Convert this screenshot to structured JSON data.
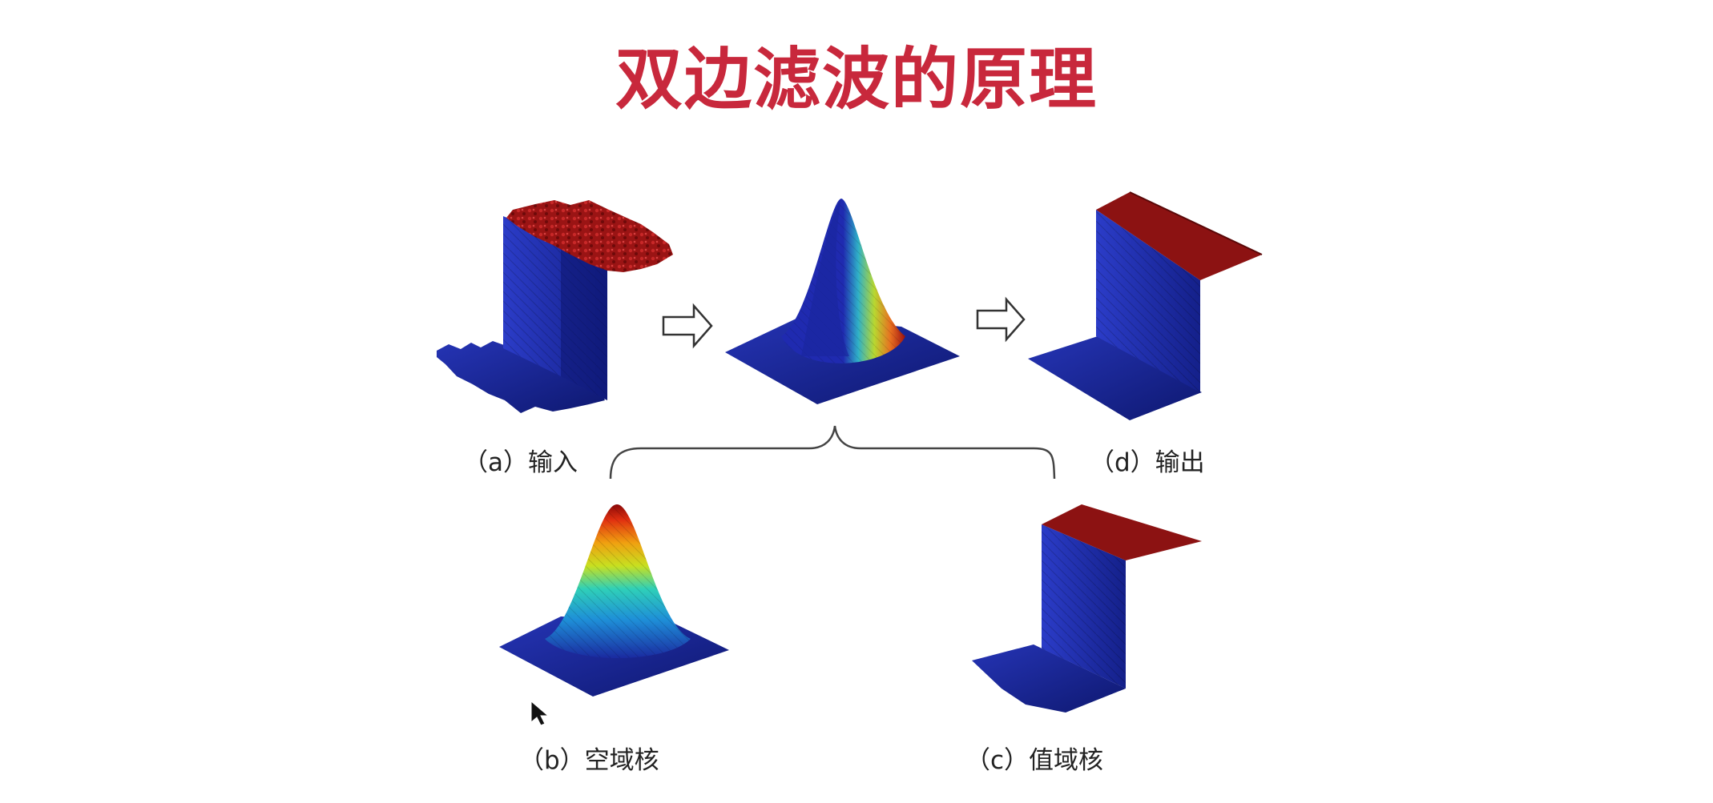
{
  "title": "双边滤波的原理",
  "captions": {
    "a": "（a）输入",
    "b": "（b）空域核",
    "c": "（c）值域核",
    "d": "（d）输出"
  },
  "colors": {
    "title": "#c8283c",
    "surface_low": "#1f2aa8",
    "surface_high": "#8a1010",
    "arrow": "#333333"
  }
}
